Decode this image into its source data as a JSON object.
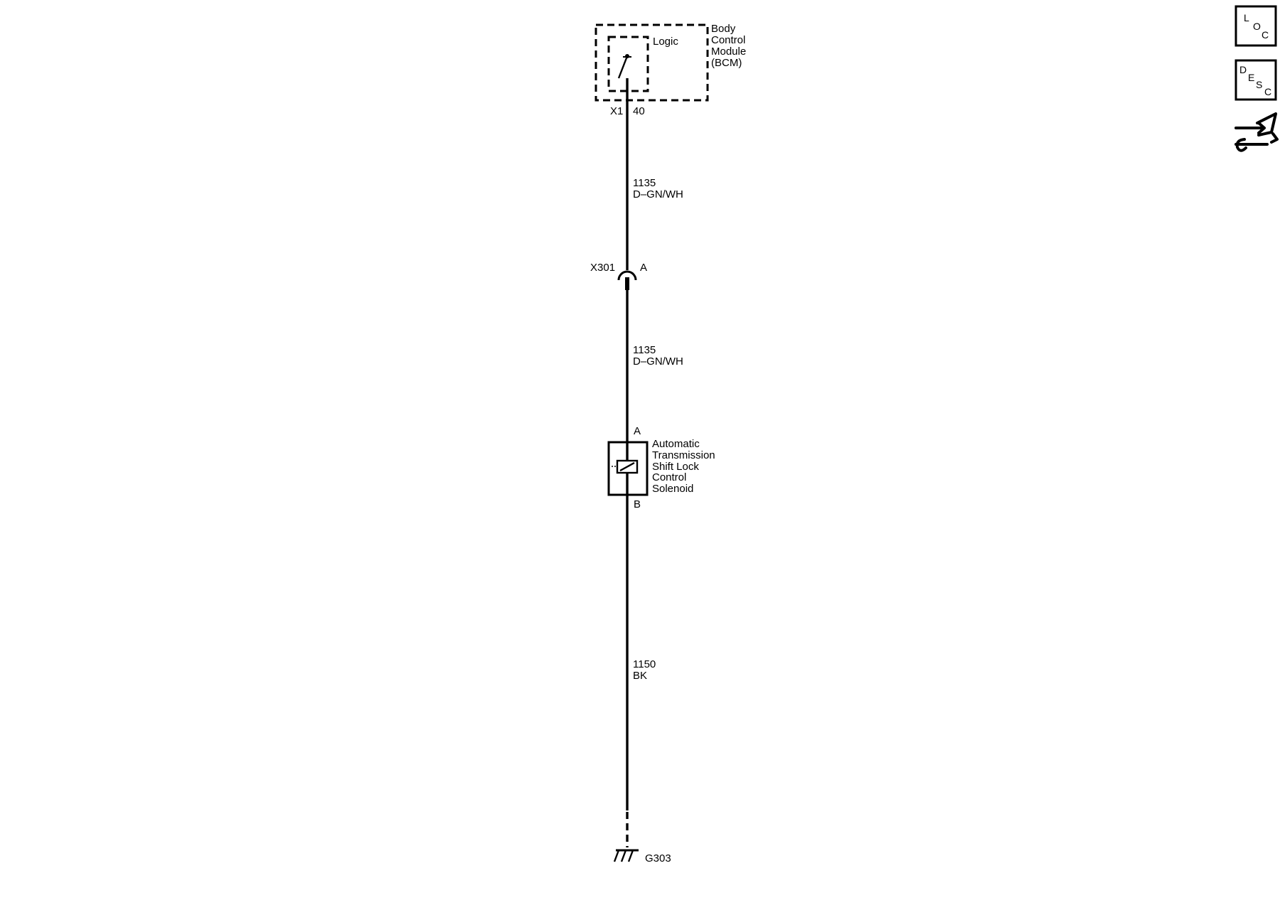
{
  "module": {
    "name_lines": [
      "Body",
      "Control",
      "Module",
      "(BCM)"
    ],
    "logic_label": "Logic",
    "connector": "X1",
    "pin": "40"
  },
  "wire_upper": {
    "circuit": "1135",
    "color": "D–GN/WH"
  },
  "inline_connector": {
    "name": "X301",
    "pin": "A"
  },
  "wire_middle": {
    "circuit": "1135",
    "color": "D–GN/WH"
  },
  "solenoid": {
    "pin_top": "A",
    "pin_bottom": "B",
    "name_lines": [
      "Automatic",
      "Transmission",
      "Shift Lock",
      "Control",
      "Solenoid"
    ]
  },
  "wire_lower": {
    "circuit": "1150",
    "color": "BK"
  },
  "ground": {
    "name": "G303"
  },
  "side_buttons": [
    {
      "icon": "loc-icon",
      "letters": [
        "L",
        "O",
        "C"
      ]
    },
    {
      "icon": "desc-icon",
      "letters": [
        "D",
        "E",
        "S",
        "C"
      ]
    },
    {
      "icon": "connector-tool-icon"
    }
  ]
}
